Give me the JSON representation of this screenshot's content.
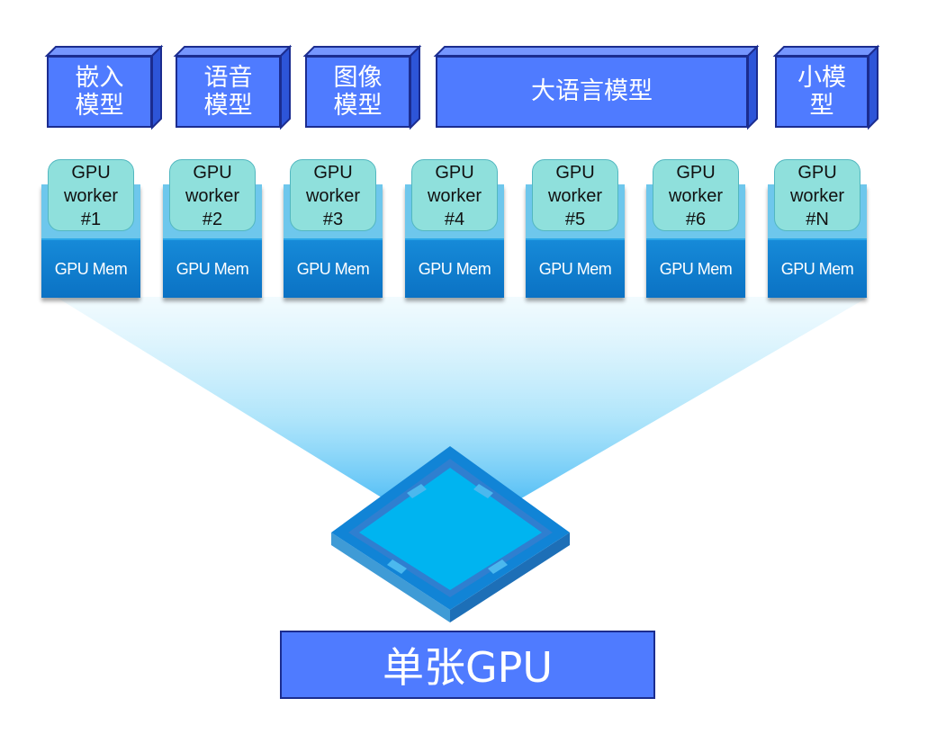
{
  "models": [
    {
      "id": "embedding",
      "label": "嵌入\n模型"
    },
    {
      "id": "speech",
      "label": "语音\n模型"
    },
    {
      "id": "image",
      "label": "图像\n模型"
    },
    {
      "id": "llm",
      "label": "大语言模型"
    },
    {
      "id": "small",
      "label": "小模\n型"
    }
  ],
  "workers": [
    {
      "l1": "GPU",
      "l2": "worker",
      "l3": "#1",
      "mem": "GPU Mem"
    },
    {
      "l1": "GPU",
      "l2": "worker",
      "l3": "#2",
      "mem": "GPU Mem"
    },
    {
      "l1": "GPU",
      "l2": "worker",
      "l3": "#3",
      "mem": "GPU Mem"
    },
    {
      "l1": "GPU",
      "l2": "worker",
      "l3": "#4",
      "mem": "GPU Mem"
    },
    {
      "l1": "GPU",
      "l2": "worker",
      "l3": "#5",
      "mem": "GPU Mem"
    },
    {
      "l1": "GPU",
      "l2": "worker",
      "l3": "#6",
      "mem": "GPU Mem"
    },
    {
      "l1": "GPU",
      "l2": "worker",
      "l3": "#N",
      "mem": "GPU Mem"
    }
  ],
  "gpu_label": "单张GPU",
  "colors": {
    "model_fill": "#4f7bff",
    "model_border": "#1b2c8f",
    "worker_tab": "#8fe0dc",
    "gpu_mem": "#0b72c4",
    "chip": "#00b4f0"
  }
}
